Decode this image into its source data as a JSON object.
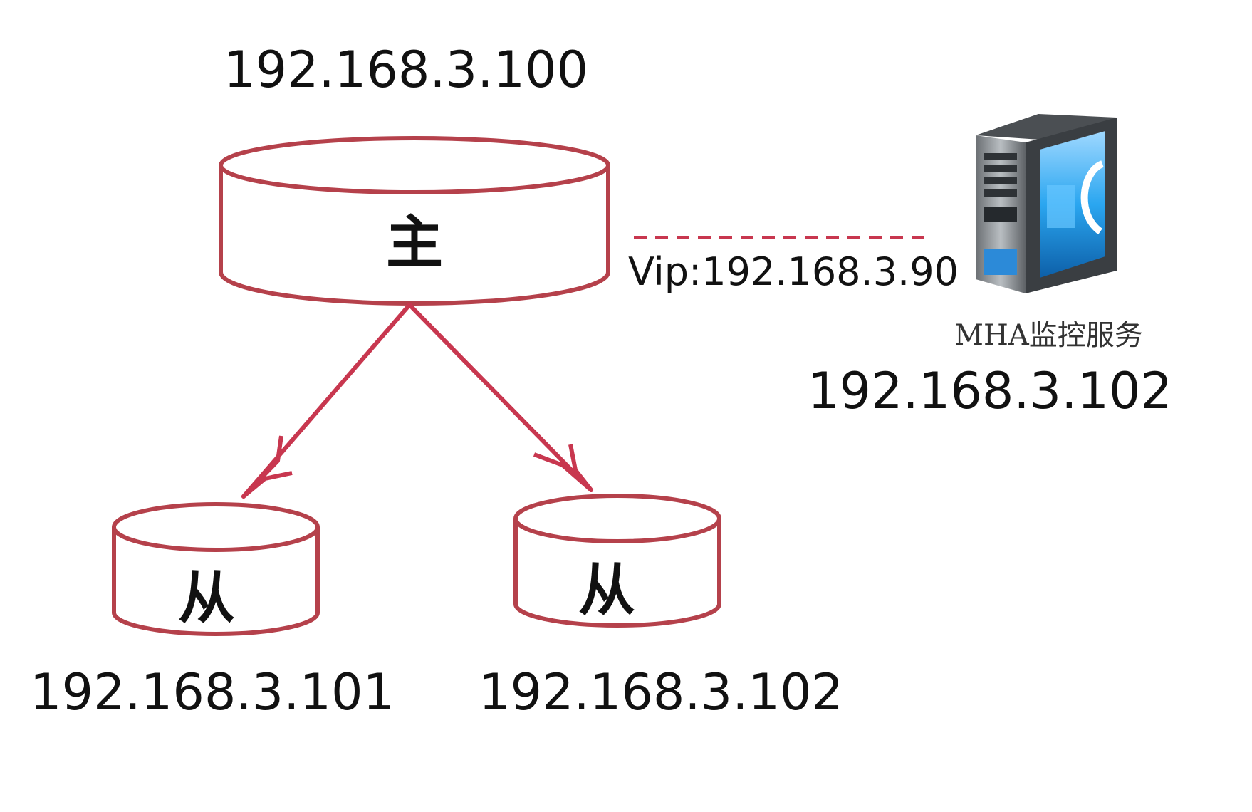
{
  "colors": {
    "node_stroke": "#b5414b",
    "replication_arrow": "#c8374f",
    "vip_link": "#c8374f"
  },
  "master": {
    "ip": "192.168.3.100",
    "role_label": "主"
  },
  "slaves": [
    {
      "ip": "192.168.3.101",
      "role_label": "从"
    },
    {
      "ip": "192.168.3.102",
      "role_label": "从"
    }
  ],
  "vip": {
    "label": "Vip:192.168.3.90"
  },
  "monitor": {
    "icon": "server-tower-icon",
    "service_label": "MHA监控服务",
    "ip": "192.168.3.102"
  }
}
